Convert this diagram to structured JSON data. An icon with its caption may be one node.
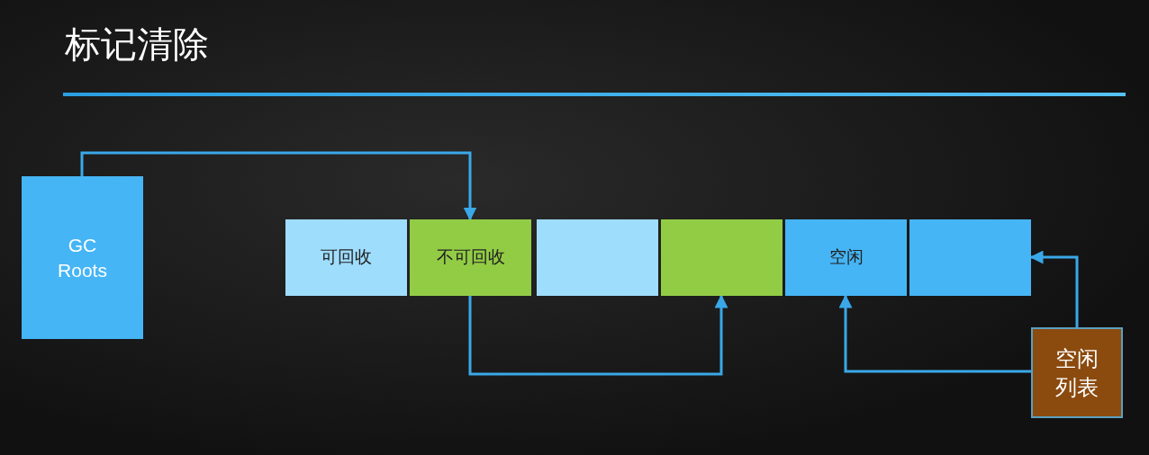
{
  "diagram": {
    "title": "标记清除",
    "nodes": [
      {
        "text": [
          "GC Roots"
        ]
      },
      {
        "text": [
          "可回收"
        ]
      },
      {
        "text": [
          "不可回收"
        ]
      },
      {
        "text": [],
        "shape": "box"
      },
      {
        "text": [],
        "shape": "box"
      },
      {
        "text": [
          "空闲"
        ]
      },
      {
        "text": [],
        "shape": "box"
      },
      {
        "text": [
          "空闲列表"
        ]
      }
    ],
    "edges": [
      {
        "from": 0,
        "to": 2,
        "arrow": "to"
      },
      {
        "from": 2,
        "to": 4,
        "arrow": "to"
      },
      {
        "from": 7,
        "to": 5,
        "arrow": "to"
      },
      {
        "from": 7,
        "to": 6,
        "arrow": "to"
      }
    ]
  }
}
